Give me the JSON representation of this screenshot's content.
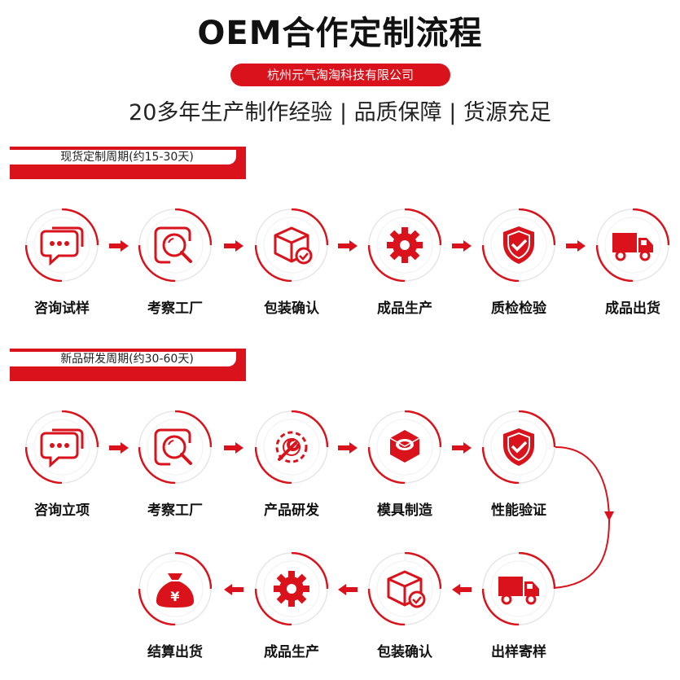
{
  "header": {
    "title": "OEM合作定制流程",
    "company": "杭州元气淘淘科技有限公司",
    "tagline": "20多年生产制作经验 | 品质保障 | 货源充足"
  },
  "section1": {
    "label": "现货定制周期(约15-30天)",
    "steps": [
      {
        "label": "咨询试样",
        "icon": "chat-bubbles-icon"
      },
      {
        "label": "考察工厂",
        "icon": "magnifier-icon"
      },
      {
        "label": "包装确认",
        "icon": "box-check-icon"
      },
      {
        "label": "成品生产",
        "icon": "gear-icon"
      },
      {
        "label": "质检检验",
        "icon": "shield-check-icon"
      },
      {
        "label": "成品出货",
        "icon": "truck-icon"
      }
    ]
  },
  "section2": {
    "label": "新品研发周期(约30-60天)",
    "steps": [
      {
        "label": "咨询立项",
        "icon": "chat-bubbles-icon"
      },
      {
        "label": "考察工厂",
        "icon": "magnifier-icon"
      },
      {
        "label": "产品研发",
        "icon": "wrench-gear-icon"
      },
      {
        "label": "模具制造",
        "icon": "hex-nut-icon"
      },
      {
        "label": "性能验证",
        "icon": "shield-check-icon"
      },
      {
        "label": "出样寄样",
        "icon": "truck-icon"
      },
      {
        "label": "包装确认",
        "icon": "box-check-icon"
      },
      {
        "label": "成品生产",
        "icon": "gear-icon"
      },
      {
        "label": "结算出货",
        "icon": "money-bag-icon"
      }
    ]
  },
  "colors": {
    "accent": "#d9121b",
    "ring": "#d9121b",
    "text": "#111111"
  }
}
